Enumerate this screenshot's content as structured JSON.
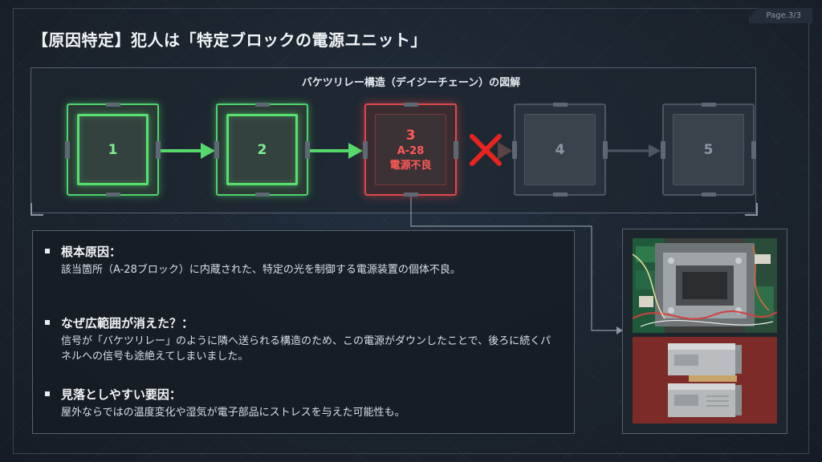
{
  "page": {
    "label": "Page.3/3"
  },
  "title": "【原因特定】犯人は「特定ブロックの電源ユニット」",
  "diagram": {
    "title": "バケツリレー構造（デイジーチェーン）の図解",
    "nodes": [
      {
        "label": "1",
        "state": "ok"
      },
      {
        "label": "2",
        "state": "ok"
      },
      {
        "label": "3",
        "id": "A-28",
        "status": "電源不良",
        "state": "fault"
      },
      {
        "label": "4",
        "state": "off"
      },
      {
        "label": "5",
        "state": "off"
      }
    ],
    "colors": {
      "ok": "#58df6f",
      "fault": "#e0484a",
      "off": "#4b5662",
      "cross": "#e8241f"
    }
  },
  "bullets": [
    {
      "heading": "根本原因：",
      "body": "該当箇所（A-28ブロック）に内蔵された、特定の光を制御する電源装置の個体不良。"
    },
    {
      "heading": "なぜ広範囲が消えた？：",
      "body": "信号が「バケツリレー」のように隣へ送られる構造のため、この電源がダウンしたことで、後ろに続くパネルへの信号も途絶えてしまいました。"
    },
    {
      "heading": "見落としやすい要因：",
      "body": "屋外ならではの温度変化や湿気が電子部品にストレスを与えた可能性も。"
    }
  ]
}
